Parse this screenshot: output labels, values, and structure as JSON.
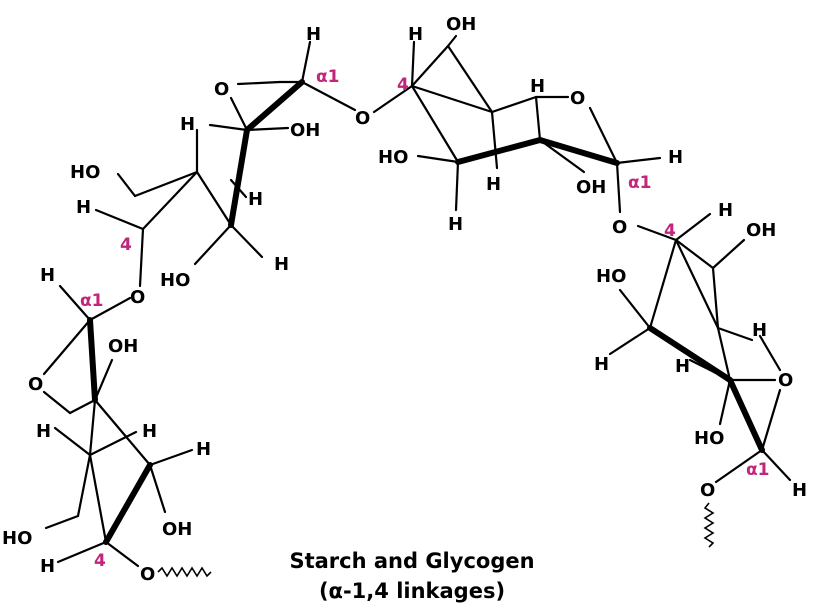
{
  "title": "Starch and Glycogen",
  "subtitle": "(α-1,4 linkages)",
  "colors": {
    "annotation": "#c2267a",
    "ink": "#000000"
  },
  "atoms": {
    "H": "H",
    "O": "O",
    "OH": "OH",
    "HO": "HO"
  },
  "annotations": {
    "alpha1": "α1",
    "four": "4"
  }
}
